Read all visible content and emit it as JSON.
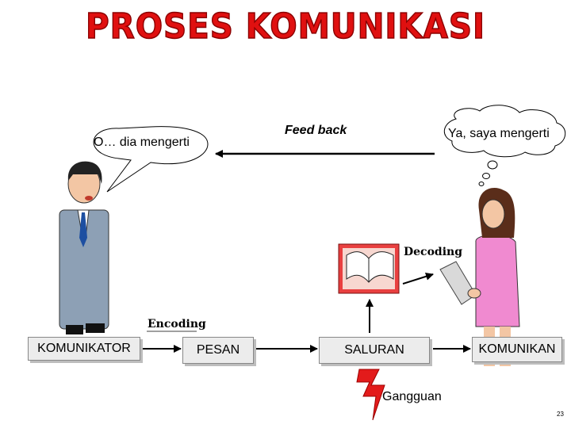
{
  "title": "PROSES KOMUNIKASI",
  "bubbles": {
    "speech": "O… dia mengerti",
    "thought": "Ya, saya mengerti"
  },
  "feedback_label": "Feed back",
  "decoding_label": "Decoding",
  "encoding_label": "Encoding",
  "boxes": {
    "komunikator": "KOMUNIKATOR",
    "pesan": "PESAN",
    "saluran": "SALURAN",
    "komunikan": "KOMUNIKAN"
  },
  "noise_label": "Gangguan",
  "page_number": "23",
  "colors": {
    "title": "#e01010",
    "box_fill": "#ececec",
    "lightning": "#e31b1b",
    "book_frame": "#e94040"
  }
}
